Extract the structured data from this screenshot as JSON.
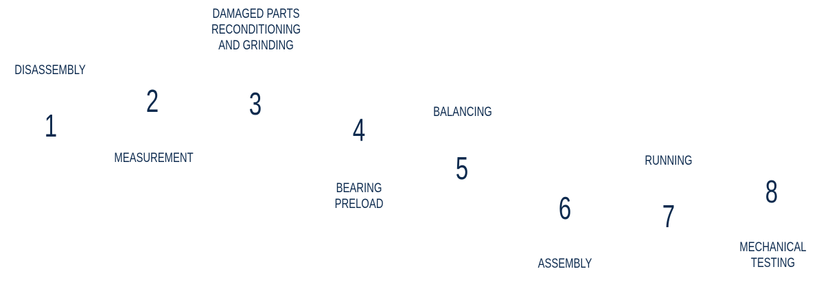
{
  "steps": [
    {
      "number": "1",
      "label": [
        "DISASSEMBLY"
      ]
    },
    {
      "number": "2",
      "label": [
        "MEASUREMENT"
      ]
    },
    {
      "number": "3",
      "label": [
        "DAMAGED PARTS",
        "RECONDITIONING",
        "AND GRINDING"
      ]
    },
    {
      "number": "4",
      "label": [
        "BEARING",
        "PRELOAD"
      ]
    },
    {
      "number": "5",
      "label": [
        "BALANCING"
      ]
    },
    {
      "number": "6",
      "label": [
        "ASSEMBLY"
      ]
    },
    {
      "number": "7",
      "label": [
        "RUNNING"
      ]
    },
    {
      "number": "8",
      "label": [
        "MECHANICAL",
        "TESTING"
      ]
    }
  ],
  "colors": {
    "text": "#0c2a4e",
    "background": "#ffffff"
  }
}
